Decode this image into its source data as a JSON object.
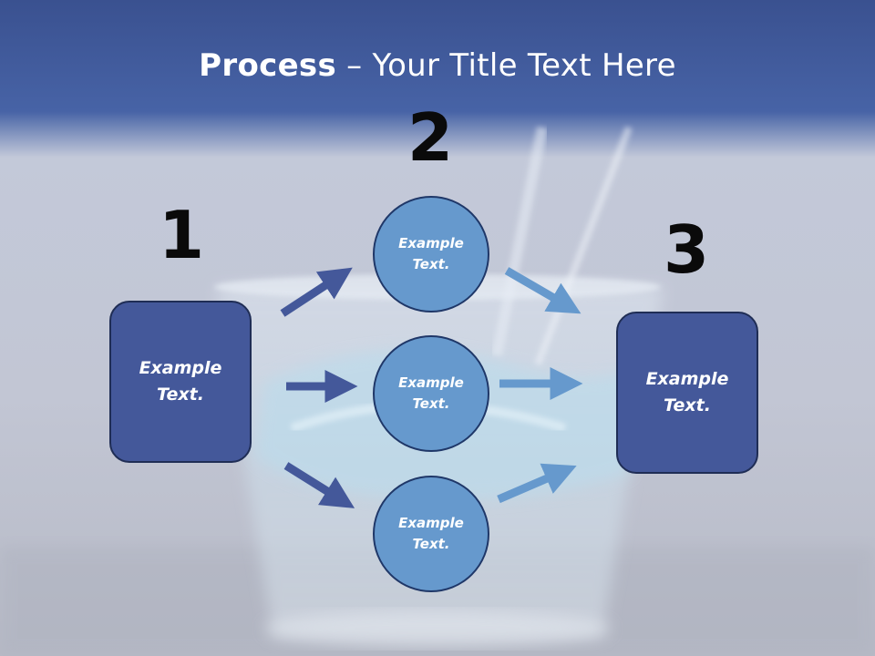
{
  "slide": {
    "title_bold": "Process",
    "title_rest": " – Your Title Text Here"
  },
  "steps": {
    "one": {
      "number": "1",
      "text": "Example\nText."
    },
    "two": {
      "number": "2"
    },
    "three": {
      "number": "3",
      "text": "Example\nText."
    }
  },
  "circles": [
    {
      "text": "Example\nText."
    },
    {
      "text": "Example\nText."
    },
    {
      "text": "Example\nText."
    }
  ],
  "colors": {
    "box_fill": "#44589a",
    "circle_fill": "#6699cd",
    "arrow_dark": "#44589a",
    "arrow_light": "#6699cd"
  }
}
